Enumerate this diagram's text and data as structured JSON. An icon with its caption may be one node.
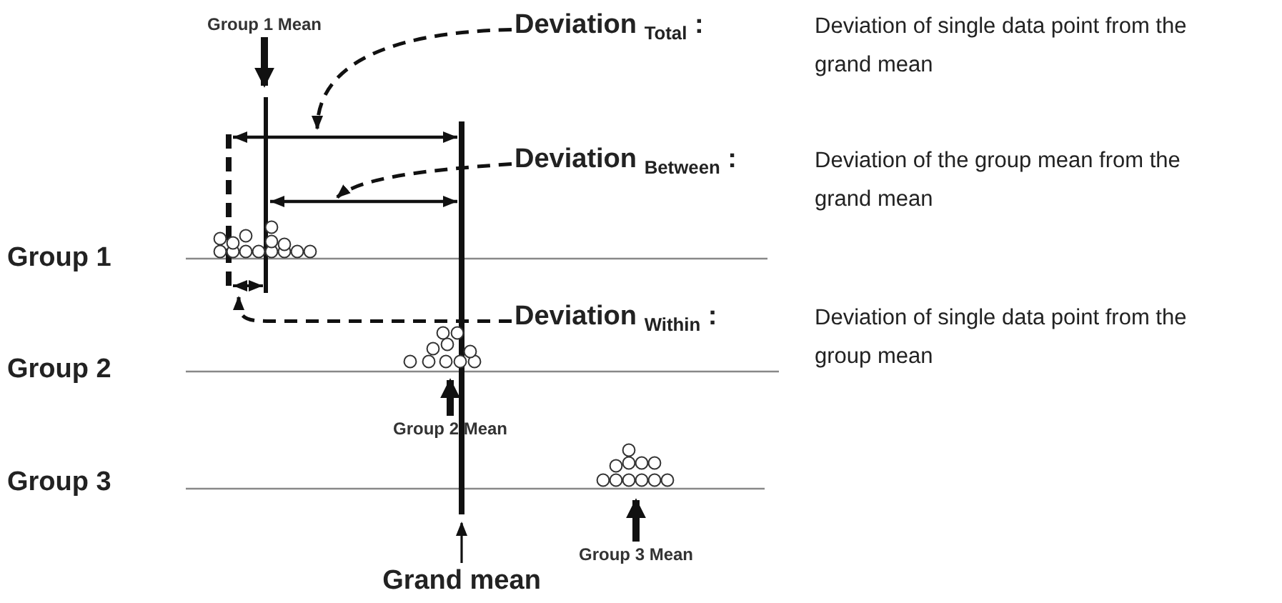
{
  "diagram": {
    "nodes": [
      {
        "text": [
          "Group 1  Mean"
        ]
      },
      {
        "text": [
          "Deviation $_{Total}$ :",
          "Deviation of single data point from the grand mean"
        ]
      },
      {
        "text": [
          "Deviation $_{Between}$ :",
          "Deviation of the group mean from the grand mean"
        ]
      },
      {
        "text": [
          "Deviation $_{Within}$ :",
          "Deviation of single data point from the group mean"
        ]
      },
      {
        "text": [
          "Group  2  Mean"
        ]
      },
      {
        "text": [
          "Group 3  Mean"
        ]
      },
      {
        "text": [
          "Grand mean"
        ]
      }
    ],
    "edges": [
      {
        "from": 0,
        "to": null,
        "arrow": "to",
        "style": "thick"
      },
      {
        "from": 1,
        "to": null,
        "arrow": "to",
        "style": "dashed"
      },
      {
        "from": 2,
        "to": null,
        "arrow": "to",
        "style": "dashed"
      },
      {
        "from": 3,
        "to": null,
        "arrow": "to",
        "style": "dashed"
      },
      {
        "from": 4,
        "to": null,
        "arrow": "to",
        "style": "thick"
      },
      {
        "from": 5,
        "to": null,
        "arrow": "to",
        "style": "thick"
      },
      {
        "from": 6,
        "to": null,
        "arrow": "to"
      }
    ],
    "labels": [
      "Group 1",
      "Group 2",
      "Group 3"
    ]
  }
}
